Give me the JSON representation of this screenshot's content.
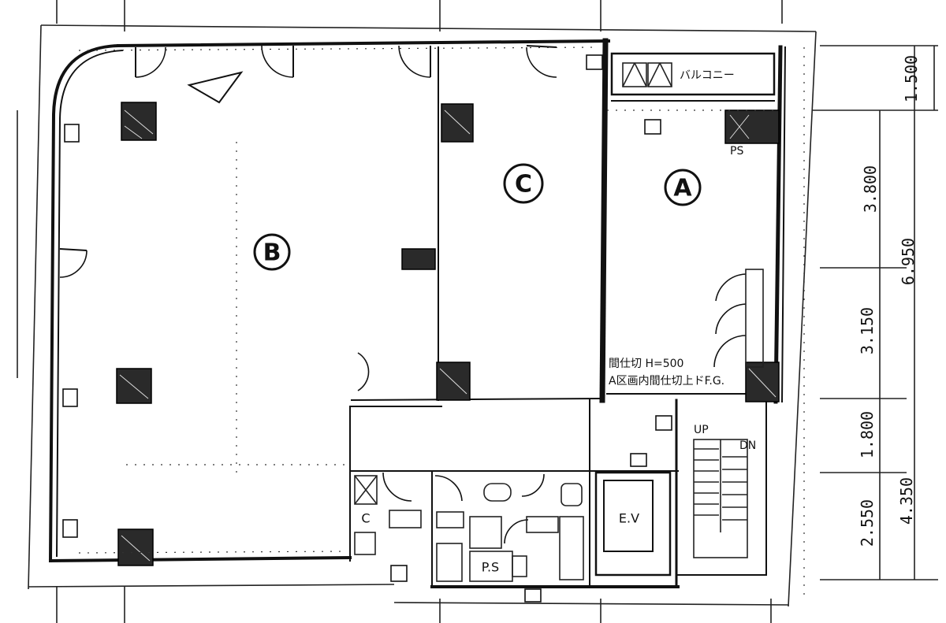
{
  "rooms": {
    "a": "A",
    "b": "B",
    "c": "C"
  },
  "dimensions": {
    "d1": "1.500",
    "d2": "3.800",
    "d3": "6.950",
    "d4": "3.150",
    "d5": "1.800",
    "d6": "2.550",
    "d7": "4.350"
  },
  "annotations": {
    "balcony": "バルコニー",
    "ps": "PS",
    "partition_line1": "間仕切 H=500",
    "partition_line2": "A区画内間仕切上ドF.G.",
    "up": "UP",
    "dn": "DN",
    "ev": "E.V",
    "ps_small": "P.S",
    "c_small": "C"
  },
  "colors": {
    "ink": "#111111",
    "paper": "#ffffff"
  }
}
